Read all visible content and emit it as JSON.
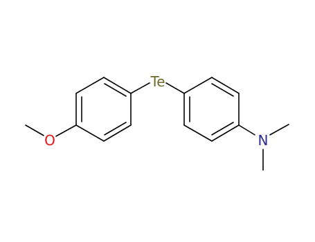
{
  "molecule": {
    "atoms": {
      "tellurium": {
        "label": "Te",
        "color": "#6b6b2a"
      },
      "oxygen": {
        "label": "O",
        "color": "#e8141a"
      },
      "nitrogen": {
        "label": "N",
        "color": "#2b2b8c"
      }
    }
  }
}
